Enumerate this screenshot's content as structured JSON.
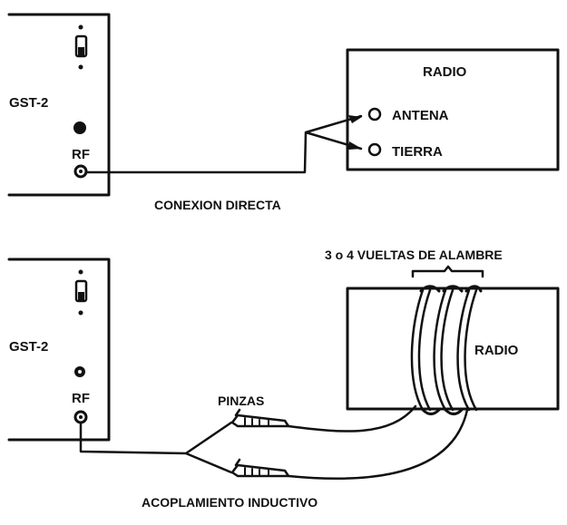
{
  "top_panel": {
    "device_label": "GST-2",
    "rf_label": "RF",
    "radio_label": "RADIO",
    "antenna_label": "ANTENA",
    "ground_label": "TIERRA",
    "caption": "CONEXION DIRECTA"
  },
  "bottom_panel": {
    "device_label": "GST-2",
    "rf_label": "RF",
    "radio_label": "RADIO",
    "coil_label": "3 o 4 VUELTAS DE ALAMBRE",
    "clips_label": "PINZAS",
    "caption": "ACOPLAMIENTO INDUCTIVO"
  }
}
